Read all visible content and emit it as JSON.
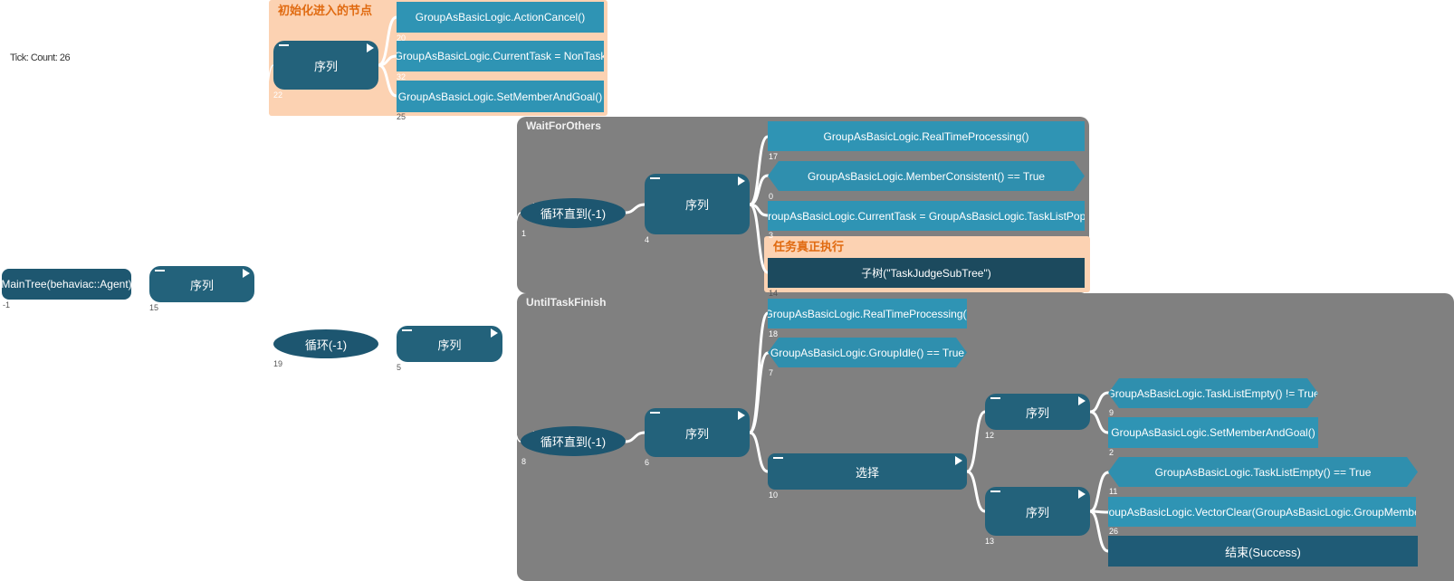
{
  "tick_count": "Tick: Count: 26",
  "groups": {
    "init": "初始化进入的节点",
    "wait": "WaitForOthers",
    "until": "UntilTaskFinish",
    "exec": "任务真正执行"
  },
  "nodes": {
    "root": {
      "label": "MainTree(behaviac::Agent)",
      "id": "-1"
    },
    "seq_main": {
      "label": "序列",
      "id": "15"
    },
    "seq_init": {
      "label": "序列",
      "id": "22"
    },
    "act_cancel": {
      "label": "GroupAsBasicLogic.ActionCancel()",
      "id": "20"
    },
    "act_notask": {
      "label": "GroupAsBasicLogic.CurrentTask = NonTask",
      "id": "32"
    },
    "act_setmember1": {
      "label": "GroupAsBasicLogic.SetMemberAndGoal()",
      "id": "25"
    },
    "loop": {
      "label": "循环(-1)",
      "id": "19"
    },
    "seq_loop": {
      "label": "序列",
      "id": "5"
    },
    "until1": {
      "label": "循环直到(-1)",
      "id": "1"
    },
    "seq_wait": {
      "label": "序列",
      "id": "4"
    },
    "act_rt1": {
      "label": "GroupAsBasicLogic.RealTimeProcessing()",
      "id": "17"
    },
    "cond_consistent": {
      "label": "GroupAsBasicLogic.MemberConsistent()  == True",
      "id": "0"
    },
    "act_pop": {
      "label": "GroupAsBasicLogic.CurrentTask = GroupAsBasicLogic.TaskListPop()",
      "id": "3"
    },
    "subtree": {
      "label": "子树(\"TaskJudgeSubTree\")",
      "id": "14"
    },
    "until2": {
      "label": "循环直到(-1)",
      "id": "8"
    },
    "seq_until": {
      "label": "序列",
      "id": "6"
    },
    "act_rt2": {
      "label": "GroupAsBasicLogic.RealTimeProcessing()",
      "id": "18"
    },
    "cond_idle": {
      "label": "GroupAsBasicLogic.GroupIdle()  == True",
      "id": "7"
    },
    "selector": {
      "label": "选择",
      "id": "10"
    },
    "seq_a": {
      "label": "序列",
      "id": "12"
    },
    "cond_notempty": {
      "label": "GroupAsBasicLogic.TaskListEmpty()  != True",
      "id": "9"
    },
    "act_setmember2": {
      "label": "GroupAsBasicLogic.SetMemberAndGoal()",
      "id": "2"
    },
    "seq_b": {
      "label": "序列",
      "id": "13"
    },
    "cond_empty": {
      "label": "GroupAsBasicLogic.TaskListEmpty()  == True",
      "id": "11"
    },
    "act_clear": {
      "label": "GroupAsBasicLogic.VectorClear(GroupAsBasicLogic.GroupMember)",
      "id": "26"
    },
    "end": {
      "label": "结束(Success)",
      "id": ""
    }
  },
  "colors": {
    "composite": "#23627b",
    "action": "#2f94b4",
    "group_dark": "#808080",
    "group_orange": "#fcd2b2",
    "group_orange_title": "#e06a10",
    "wire": "#ffffff"
  }
}
